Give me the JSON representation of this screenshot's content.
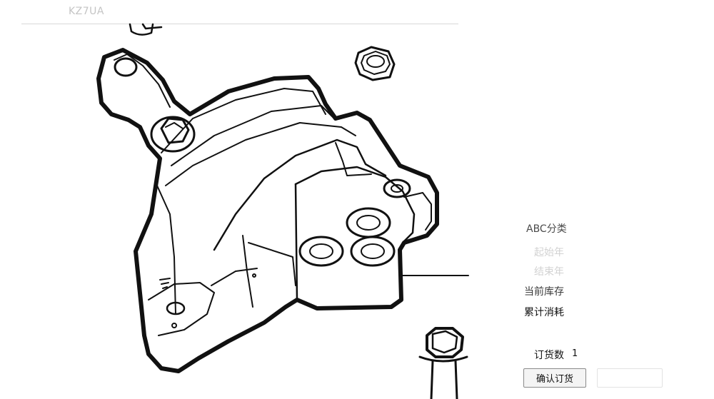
{
  "window": {
    "title": "KZ7UA"
  },
  "diagram": {
    "icon": "engine-mount-bracket-drawing"
  },
  "info_panel": {
    "abc_label": "ABC分类",
    "start_year_label": "起始年",
    "end_year_label": "结束年",
    "current_stock_label": "当前库存",
    "total_consumption_label": "累计消耗"
  },
  "order": {
    "quantity_label": "订货数",
    "quantity_value": "1",
    "confirm_button": "确认订货"
  }
}
